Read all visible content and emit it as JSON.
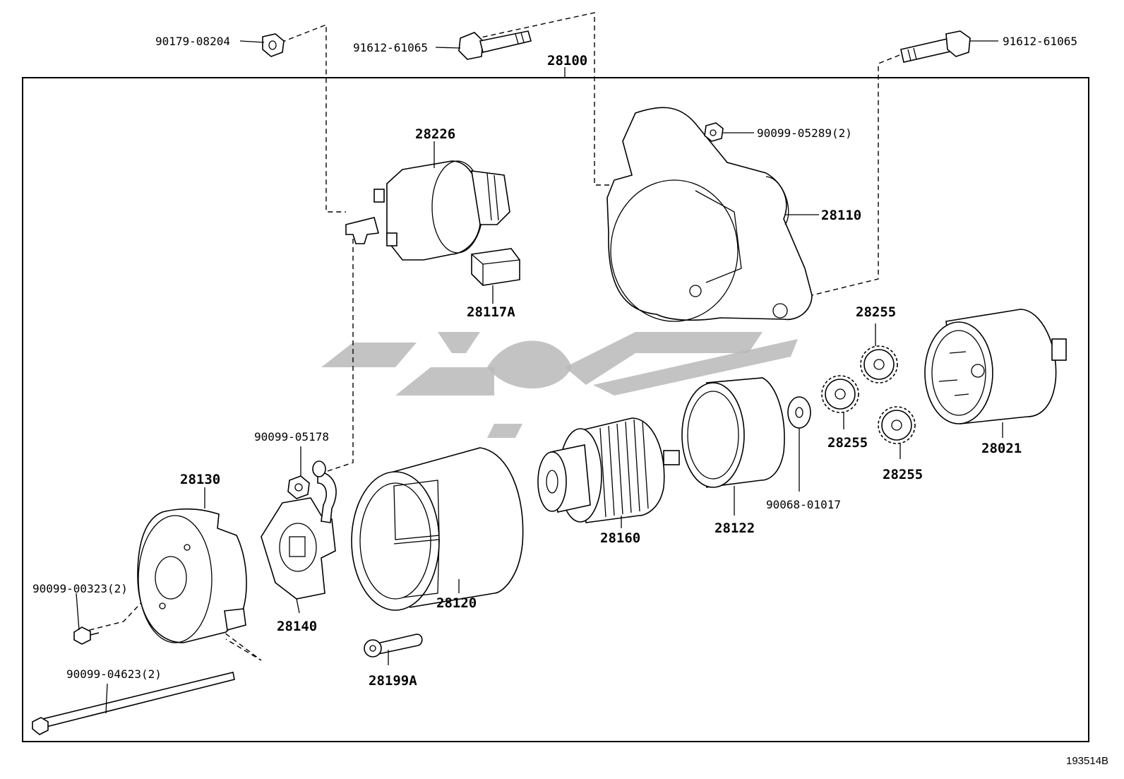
{
  "figure_id": "193514B",
  "assembly": {
    "number": "28100"
  },
  "parts": {
    "p90179_08204": "90179-08204",
    "p91612_61065_left": "91612-61065",
    "p91612_61065_right": "91612-61065",
    "p28100": "28100",
    "p28226": "28226",
    "p90099_05289": "90099-05289(2)",
    "p28110": "28110",
    "p28117A": "28117A",
    "p28255_top": "28255",
    "p28255_mid": "28255",
    "p28255_bottom": "28255",
    "p28021": "28021",
    "p90099_05178": "90099-05178",
    "p28130": "28130",
    "p90068_01017": "90068-01017",
    "p28122": "28122",
    "p28160": "28160",
    "p90099_00323": "90099-00323(2)",
    "p28140": "28140",
    "p28120": "28120",
    "p90099_04623": "90099-04623(2)",
    "p28199A": "28199A"
  }
}
